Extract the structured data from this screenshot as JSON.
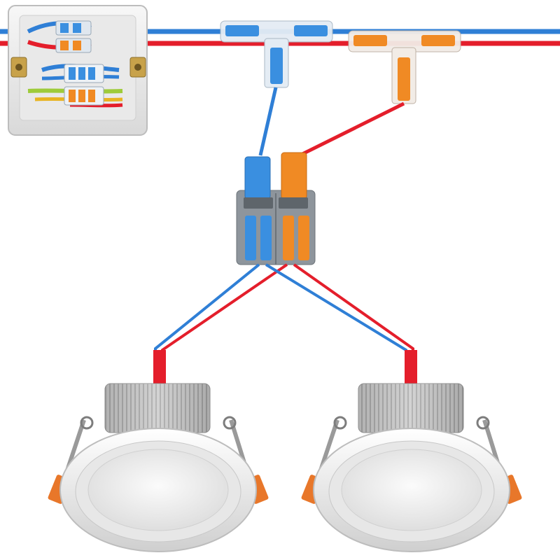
{
  "diagram": {
    "description_text": "",
    "colors": {
      "live_wire": "#e41e2b",
      "neutral_wire": "#2f7fd6",
      "neutral_lever": "#3a8fe0",
      "live_lever": "#f08a24",
      "connector_body": "#8e959c",
      "box_body": "#f1f1f1",
      "fixture_body": "#eeeeee",
      "heatsink": "#c9c9c9",
      "spring_clip": "#e8772a"
    },
    "components": [
      {
        "id": "junction-box",
        "icon": "junction-box-with-lever-connectors"
      },
      {
        "id": "t-tap-neutral",
        "icon": "blue-t-tap-connector"
      },
      {
        "id": "t-tap-live",
        "icon": "orange-t-tap-connector"
      },
      {
        "id": "splice-connector",
        "icon": "dual-lever-splice-connector"
      },
      {
        "id": "downlight-left",
        "icon": "led-downlight"
      },
      {
        "id": "downlight-right",
        "icon": "led-downlight"
      }
    ]
  }
}
